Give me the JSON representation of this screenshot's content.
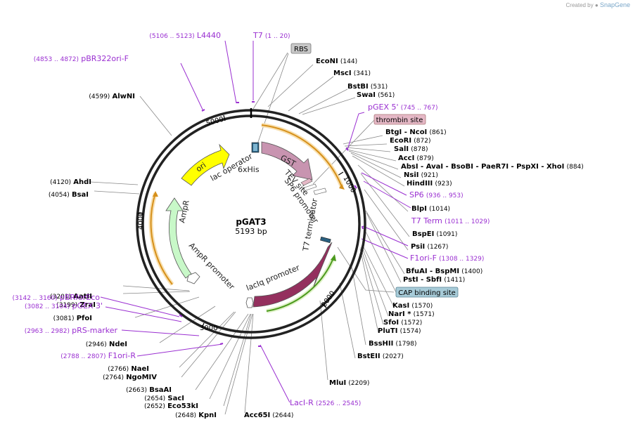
{
  "credit": {
    "created_by": "Created by",
    "brand": "SnapGene"
  },
  "plasmid": {
    "name": "pGAT3",
    "length": "5193 bp"
  },
  "ticks": [
    "1000",
    "2000",
    "3000",
    "4000",
    "5000"
  ],
  "features": {
    "gst": "GST",
    "ori": "ori",
    "ampr": "AmpR",
    "laci": "lacI",
    "lac_operator": "lac operator",
    "his6": "6xHis",
    "tev_site": "TEV site",
    "sp6_promoter": "SP6 promoter",
    "t7_terminator": "T7 terminator",
    "ampr_promoter": "AmpR promoter",
    "laciq_promoter": "lacIq promoter"
  },
  "boxed_labels": {
    "rbs": "RBS",
    "thrombin": "thrombin site",
    "cap": "CAP binding site"
  },
  "sites": [
    {
      "name": "EcoNI",
      "pos": "(144)"
    },
    {
      "name": "MscI",
      "pos": "(341)"
    },
    {
      "name": "BstBI",
      "pos": "(531)"
    },
    {
      "name": "SwaI",
      "pos": "(561)"
    },
    {
      "name": "BtgI",
      "pre": "- NcoI",
      "pos": "(861)"
    },
    {
      "name": "EcoRI",
      "pos": "(872)"
    },
    {
      "name": "SalI",
      "pos": "(878)"
    },
    {
      "name": "AccI",
      "pos": "(879)"
    },
    {
      "name": "AbsI",
      "pre": "- AvaI - BsoBI - PaeR7I - PspXI - XhoI",
      "pos": "(884)"
    },
    {
      "name": "NsiI",
      "pos": "(921)"
    },
    {
      "name": "HindIII",
      "pos": "(923)"
    },
    {
      "name": "BlpI",
      "pos": "(1014)"
    },
    {
      "name": "BspEI",
      "pos": "(1091)"
    },
    {
      "name": "PsiI",
      "pos": "(1267)"
    },
    {
      "name": "BfuAI",
      "pre": "- BspMI",
      "pos": "(1400)"
    },
    {
      "name": "PstI",
      "pre": "- SbfI",
      "pos": "(1411)"
    },
    {
      "name": "KasI",
      "pos": "(1570)"
    },
    {
      "name": "NarI *",
      "pos": "(1571)"
    },
    {
      "name": "SfoI",
      "pos": "(1572)"
    },
    {
      "name": "PluTI",
      "pos": "(1574)"
    },
    {
      "name": "BssHII",
      "pos": "(1798)"
    },
    {
      "name": "BstEII",
      "pos": "(2027)"
    },
    {
      "name": "MluI",
      "pos": "(2209)"
    },
    {
      "name": "Acc65I",
      "pos": "(2644)"
    },
    {
      "name": "KpnI",
      "pos": "(2648)"
    },
    {
      "name": "Eco53kI",
      "pos": "(2652)"
    },
    {
      "name": "SacI",
      "pos": "(2654)"
    },
    {
      "name": "BsaAI",
      "pos": "(2663)"
    },
    {
      "name": "NgoMIV",
      "pos": "(2764)"
    },
    {
      "name": "NaeI",
      "pos": "(2766)"
    },
    {
      "name": "NdeI",
      "pos": "(2946)"
    },
    {
      "name": "PfoI",
      "pos": "(3081)"
    },
    {
      "name": "ZraI",
      "pos": "(3199)"
    },
    {
      "name": "AatII",
      "pos": "(3201)"
    },
    {
      "name": "BsaI",
      "pos": "(4054)"
    },
    {
      "name": "AhdI",
      "pos": "(4120)"
    },
    {
      "name": "AlwNI",
      "pos": "(4599)"
    }
  ],
  "primers": [
    {
      "name": "T7",
      "range": "(1 .. 20)"
    },
    {
      "name": "L4440",
      "range": "(5106 .. 5123)"
    },
    {
      "name": "pBR322ori-F",
      "range": "(4853 .. 4872)"
    },
    {
      "name": "pGEX 5'",
      "range": "(745 .. 767)"
    },
    {
      "name": "SP6",
      "range": "(936 .. 953)"
    },
    {
      "name": "T7 Term",
      "range": "(1011 .. 1029)"
    },
    {
      "name": "F1ori-F",
      "range": "(1308 .. 1329)"
    },
    {
      "name": "LacI-R",
      "range": "(2526 .. 2545)"
    },
    {
      "name": "F1ori-R",
      "range": "(2788 .. 2807)"
    },
    {
      "name": "pRS-marker",
      "range": "(2963 .. 2982)"
    },
    {
      "name": "pGEX 3'",
      "range": "(3082 .. 3104)"
    },
    {
      "name": "pBRforEco",
      "range": "(3142 .. 3160)"
    }
  ],
  "colors": {
    "backbone": "#222222",
    "primer": "#9a2fd1",
    "leader": "#888888",
    "gst": "#c894b0",
    "ori": "#ffff00",
    "ampr": "#c8f8c8",
    "laci": "#94305e",
    "orange_arc": "#e8a93c",
    "green_arc": "#6ab033",
    "rbs_box": "#c8c8c8",
    "thrombin_box": "#e5b8c6",
    "cap_box": "#a7cbd8"
  }
}
